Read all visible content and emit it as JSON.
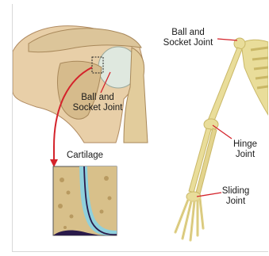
{
  "labels": {
    "shoulder_joint": [
      "Ball and",
      "Socket Joint"
    ],
    "arm_ball_socket": [
      "Ball and",
      "Socket Joint"
    ],
    "cartilage": "Cartilage",
    "hinge": [
      "Hinge",
      "Joint"
    ],
    "sliding": [
      "Sliding",
      "Joint"
    ]
  },
  "colors": {
    "pointer_red": "#d4232b",
    "bone": "#e9dd9a",
    "bone_shade": "#c9b766",
    "cartilage_blue": "#8fd0dc",
    "marrow": "#d8c08a",
    "tissue_dark": "#2a1a4a"
  }
}
